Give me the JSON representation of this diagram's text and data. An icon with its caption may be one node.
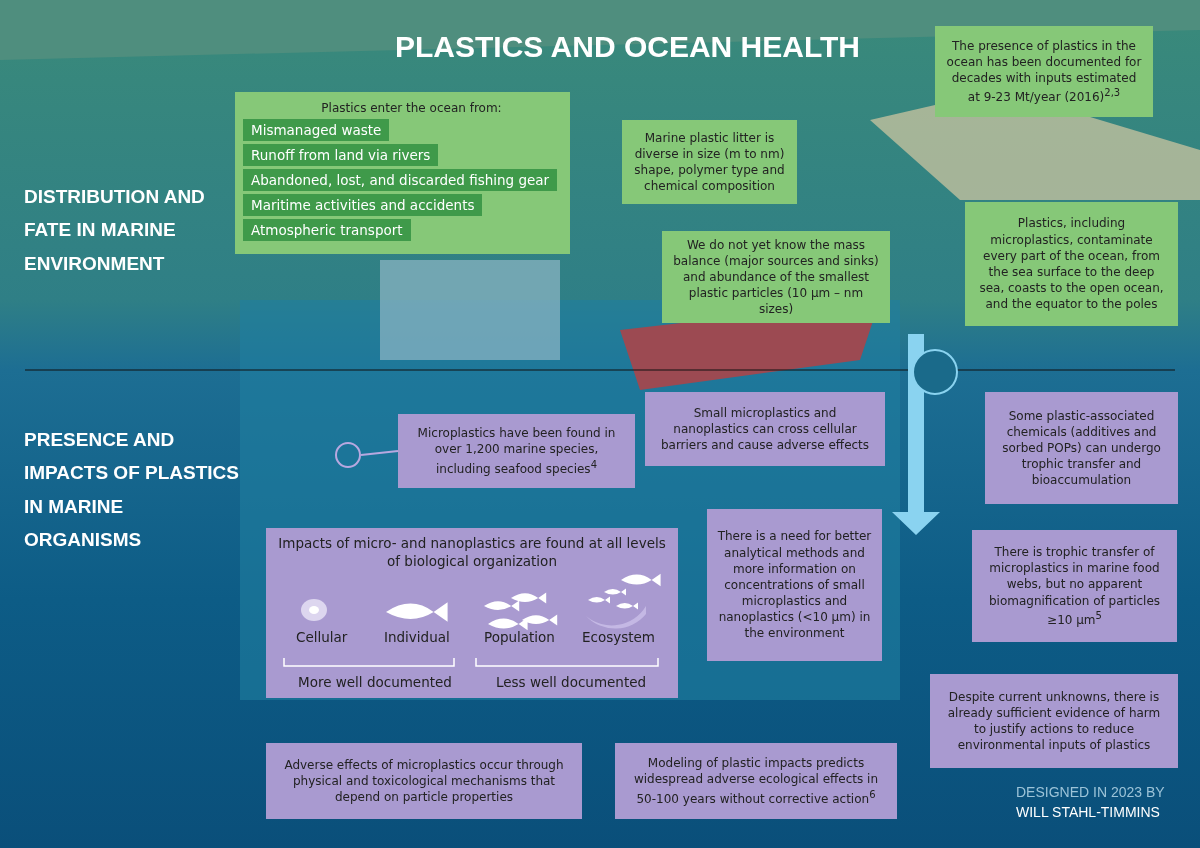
{
  "diagram": {
    "title": "PLASTICS AND OCEAN HEALTH",
    "nodes": [
      {
        "text": [
          "Plastics enter the ocean from:"
        ]
      },
      {
        "text": [
          "Mismanaged waste"
        ],
        "in": 0
      },
      {
        "text": [
          "Runoff from land via rivers"
        ],
        "in": 0
      },
      {
        "text": [
          "Abandoned, lost, and discarded fishing gear"
        ],
        "in": 0
      },
      {
        "text": [
          "Maritime activities and accidents"
        ],
        "in": 0
      },
      {
        "text": [
          "Atmospheric transport"
        ],
        "in": 0
      },
      {
        "text": [
          "Marine plastic litter is diverse in size (m to nm) shape, polymer type and chemical composition"
        ]
      },
      {
        "text": [
          "The presence of plastics in the ocean has been documented for decades with inputs estimated at 9-23 Mt/year (2016)$^{2,3}$"
        ]
      },
      {
        "text": [
          "We do not yet know the mass balance (major sources and sinks) and abundance of the smallest plastic particles (10 µm – nm sizes)"
        ]
      },
      {
        "text": [
          "Plastics, including microplastics, contaminate every part of the ocean, from the sea surface to the deep sea, coasts to the open ocean, and the equator to the poles"
        ]
      },
      {
        "text": [
          "Microplastics have been found in over 1,200 marine species, including seafood species$^{4}$"
        ]
      },
      {
        "text": [],
        "shape": "circle"
      },
      {
        "text": [
          "Small microplastics and nanoplastics can cross cellular barriers and cause adverse effects"
        ]
      },
      {
        "text": [
          "Some plastic-associated chemicals (additives and sorbed POPs) can undergo trophic transfer and bioaccumulation"
        ]
      },
      {
        "text": [
          "Impacts of micro- and nanoplastics are found at all levels of biological organization"
        ]
      },
      {
        "text": [
          "There is a need for better analytical methods and more information on concentrations of small microplastics and nanoplastics (<10 µm) in the environment"
        ]
      },
      {
        "text": [
          "There is trophic transfer of microplastics in marine food webs, but no apparent biomagnification of particles ≥10 µm$^{5}$"
        ]
      },
      {
        "text": [
          "Despite current unknowns, there is already sufficient evidence of harm to justify actions to reduce environmental inputs of plastics"
        ]
      },
      {
        "text": [
          "Adverse effects of microplastics occur through physical and toxicological mechanisms that depend on particle properties"
        ]
      },
      {
        "text": [
          "Modeling of plastic impacts predicts widespread adverse ecological effects in 50-100 years without corrective action$^{6}$"
        ]
      }
    ],
    "edges": [
      {
        "from": 10,
        "to": 11,
        "arrow": "none"
      }
    ],
    "labels": [
      "DISTRIBUTION AND FATE IN MARINE ENVIRONMENT",
      "PRESENCE AND IMPACTS OF PLASTICS IN MARINE ORGANISMS",
      "Cellular",
      "Individual",
      "Population",
      "Ecosystem",
      "More well documented",
      "Less well documented",
      "DESIGNED IN 2023 BY",
      "WILL STAHL-TIMMINS"
    ]
  }
}
